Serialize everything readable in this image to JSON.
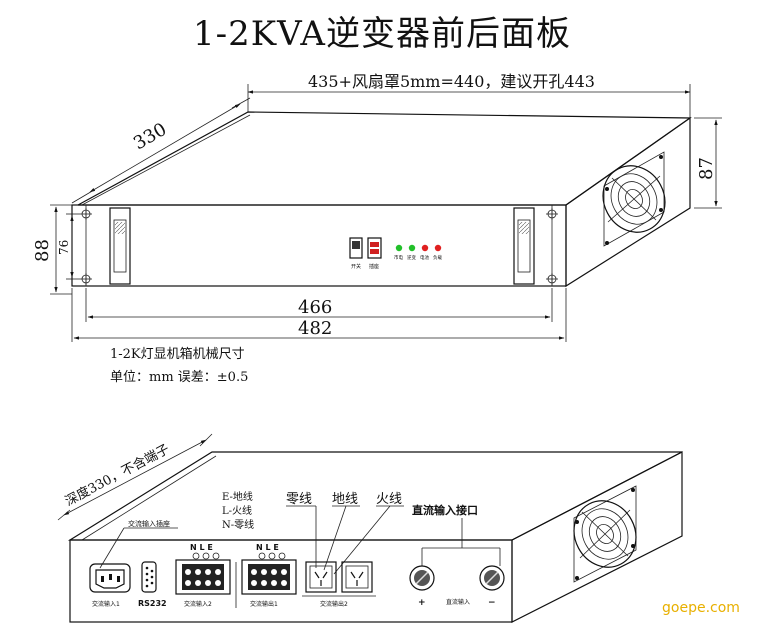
{
  "title": "1-2KVA逆变器前后面板",
  "top": {
    "width_note": "435+风扇罩5mm=440，建议开孔443",
    "depth": "330",
    "side_height": "87",
    "height_outer": "88",
    "height_inner": "76",
    "width_inner": "466",
    "width_outer": "482",
    "panel_labels": {
      "power": "开关",
      "switch2": "插座",
      "led1": "市电",
      "led2": "逆变",
      "led3": "电池",
      "led4": "负载"
    },
    "caption1": "1-2K灯显机箱机械尺寸",
    "caption2": "单位：mm  误差：±0.5",
    "led_colors": [
      "#22c02a",
      "#22c02a",
      "#e02020",
      "#e02020"
    ]
  },
  "bottom": {
    "depth_note": "深度330，不含端子",
    "legend": [
      "E-地线",
      "L-火线",
      "N-零线"
    ],
    "callouts": {
      "neutral": "零线",
      "ground": "地线",
      "live": "火线",
      "dc_input": "直流输入接口"
    },
    "ac_input_socket": "交流输入插座",
    "ac_input1": "交流输入1",
    "rs232": "RS232",
    "ac_input2": "交流输入2",
    "ac_output1": "交流输出1",
    "ac_output2": "交流输出2",
    "nle": "N L E",
    "dc_label": "直流输入",
    "plus": "+",
    "minus": "−"
  },
  "watermark": "goepe.com"
}
